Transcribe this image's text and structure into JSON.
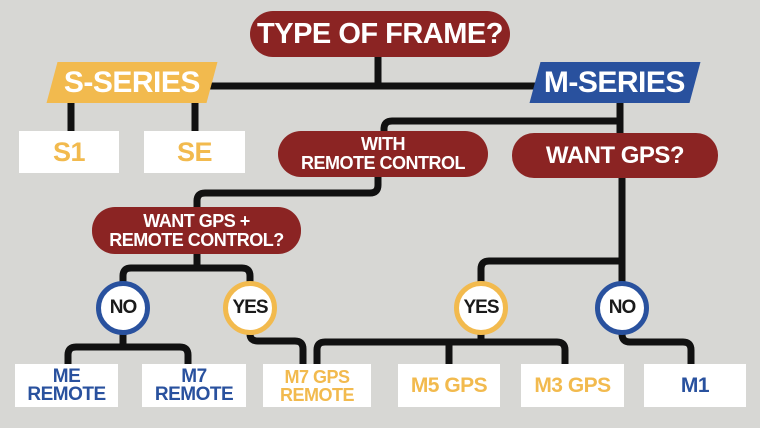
{
  "colors": {
    "background": "#d7d7d4",
    "dark_red": "#8b2423",
    "yellow": "#f2ba4e",
    "blue": "#29519e",
    "line": "#111111",
    "white": "#ffffff",
    "text_dark": "#1a1a1a"
  },
  "root": {
    "label": "TYPE OF FRAME?"
  },
  "branches": {
    "s_series": {
      "label": "S-SERIES"
    },
    "m_series": {
      "label": "M-SERIES"
    }
  },
  "questions": {
    "with_remote": {
      "line1": "WITH",
      "line2": "REMOTE CONTROL"
    },
    "want_gps": {
      "label": "WANT GPS?"
    },
    "want_gps_remote": {
      "line1": "WANT GPS +",
      "line2": "REMOTE CONTROL?"
    }
  },
  "decisions": {
    "no_left": "NO",
    "yes_left": "YES",
    "yes_right": "YES",
    "no_right": "NO"
  },
  "products": {
    "s1": "S1",
    "se": "SE",
    "me_remote": {
      "line1": "ME",
      "line2": "REMOTE"
    },
    "m7_remote": {
      "line1": "M7",
      "line2": "REMOTE"
    },
    "m7_gps_remote": {
      "line1": "M7 GPS",
      "line2": "REMOTE"
    },
    "m5_gps": "M5 GPS",
    "m3_gps": "M3 GPS",
    "m1": "M1"
  }
}
